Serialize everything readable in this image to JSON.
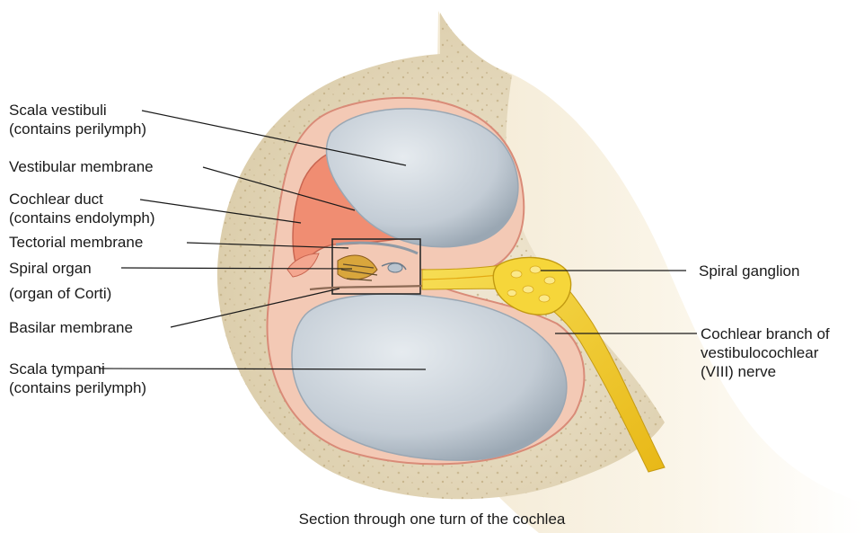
{
  "labels": {
    "scala_vestibuli": [
      "Scala vestibuli",
      "(contains perilymph)"
    ],
    "vestibular_membrane": "Vestibular membrane",
    "cochlear_duct": [
      "Cochlear duct",
      "(contains endolymph)"
    ],
    "tectorial_membrane": "Tectorial membrane",
    "spiral_organ": [
      "Spiral organ",
      "(organ of Corti)"
    ],
    "basilar_membrane": "Basilar membrane",
    "scala_tympani": [
      "Scala tympani",
      "(contains perilymph)"
    ],
    "spiral_ganglion": "Spiral ganglion",
    "cochlear_branch": [
      "Cochlear branch of",
      "vestibulocochlear",
      "(VIII) nerve"
    ]
  },
  "caption": "Section through one turn of the cochlea",
  "colors": {
    "bone": "#e2d6bc",
    "bone_shadow": "#c8b994",
    "lining": "#f0b7a2",
    "duct": "#f08d72",
    "scala_fluid": "#c9d2da",
    "nerve": "#f2cf2a",
    "leader": "#1a1a1a"
  }
}
